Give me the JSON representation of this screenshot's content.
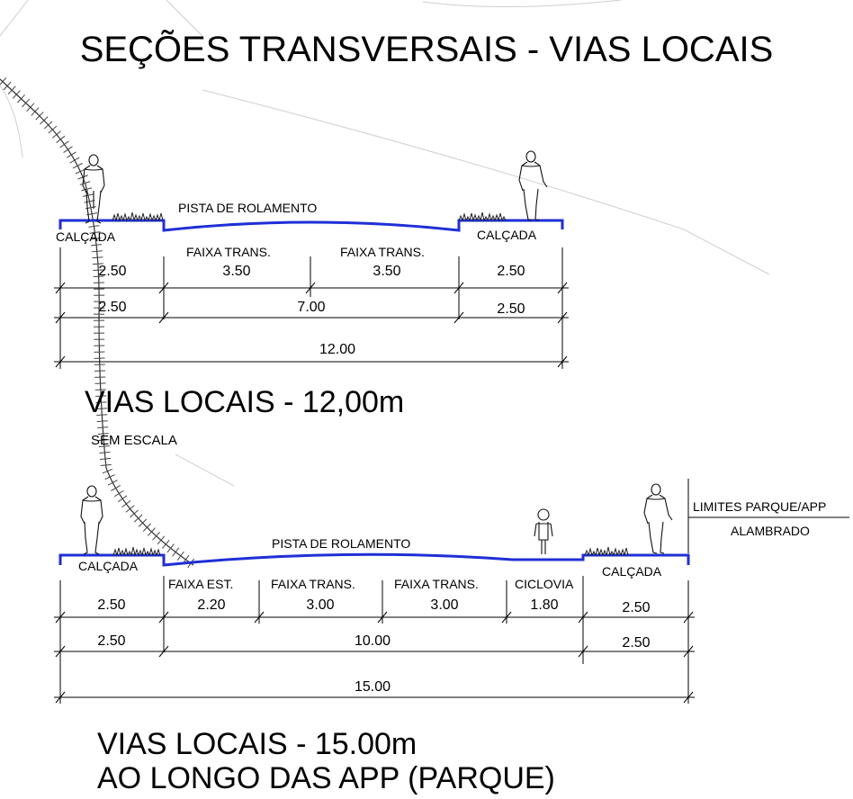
{
  "title": "SEÇÕES TRANSVERSAIS - VIAS LOCAIS",
  "section1": {
    "pista": "PISTA DE ROLAMENTO",
    "calcada_left": "CALÇADA",
    "calcada_right": "CALÇADA",
    "lane_labels": [
      "FAIXA TRANS.",
      "FAIXA TRANS."
    ],
    "row1": [
      "2.50",
      "3.50",
      "3.50",
      "2.50"
    ],
    "row2": [
      "2.50",
      "7.00",
      "2.50"
    ],
    "total": "12.00",
    "title": "VIAS LOCAIS - 12,00m",
    "subtitle": "SEM ESCALA"
  },
  "section2": {
    "pista": "PISTA DE ROLAMENTO",
    "calcada_left": "CALÇADA",
    "calcada_right": "CALÇADA",
    "lane_labels": [
      "FAIXA EST.",
      "FAIXA TRANS.",
      "FAIXA TRANS.",
      "CICLOVIA"
    ],
    "row1": [
      "2.50",
      "2.20",
      "3.00",
      "3.00",
      "1.80",
      "2.50"
    ],
    "row2": [
      "2.50",
      "10.00",
      "2.50"
    ],
    "total": "15.00",
    "limites": "LIMITES PARQUE/APP",
    "alambrado": "ALAMBRADO",
    "title_line1": "VIAS LOCAIS  -  15.00m",
    "title_line2": "AO LONGO DAS  APP (PARQUE)"
  },
  "colors": {
    "road": "#1f2fd6",
    "background_lines": "#c8c8c8",
    "ink": "#000000"
  }
}
